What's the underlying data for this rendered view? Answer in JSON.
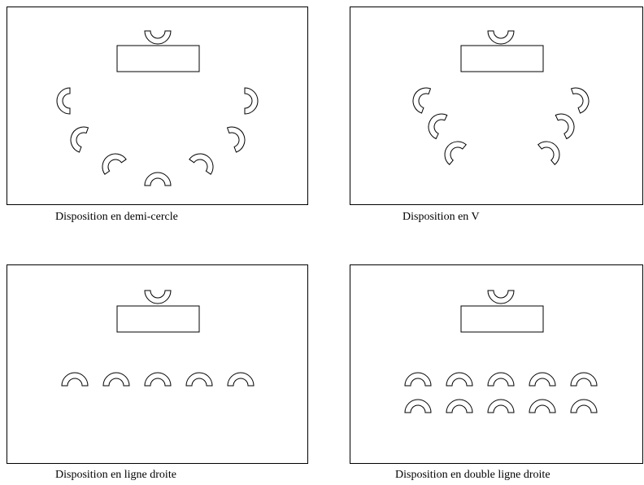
{
  "panels": [
    {
      "caption": "Disposition en demi-cercle"
    },
    {
      "caption": "Disposition en V"
    },
    {
      "caption": "Disposition en ligne droite"
    },
    {
      "caption": "Disposition en double ligne droite"
    }
  ],
  "colors": {
    "stroke": "#000000",
    "fill": "#ffffff"
  }
}
